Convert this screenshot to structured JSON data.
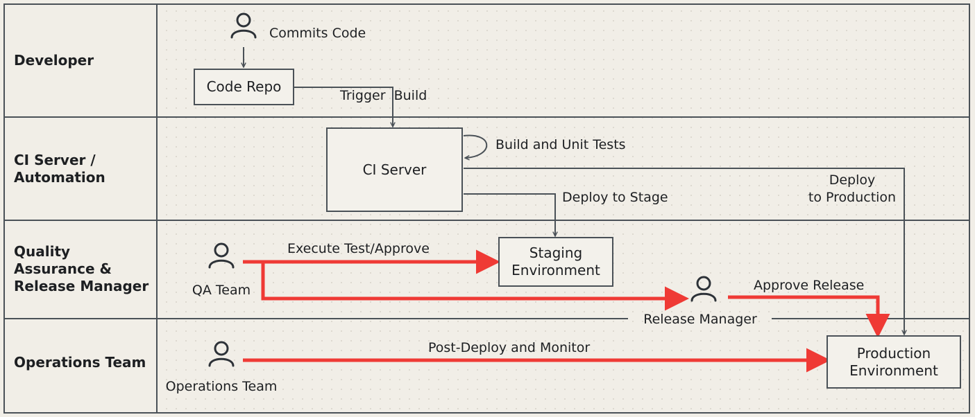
{
  "lanes": [
    {
      "label": "Developer"
    },
    {
      "label": "CI Server /\nAutomation"
    },
    {
      "label": "Quality\nAssurance &\nRelease Manager"
    },
    {
      "label": "Operations Team"
    }
  ],
  "nodes": {
    "code_repo": "Code Repo",
    "ci_server": "CI Server",
    "staging": "Staging\nEnvironment",
    "production": "Production\nEnvironment"
  },
  "actors": {
    "developer_action": "Commits Code",
    "qa_team": "QA Team",
    "release_manager": "Release Manager",
    "operations_team": "Operations Team"
  },
  "edges": {
    "trigger_build": "Trigger  Build",
    "build_tests": "Build and Unit Tests",
    "deploy_stage": "Deploy to Stage",
    "deploy_production": "Deploy\nto Production",
    "execute_test": "Execute Test/Approve",
    "approve_release": "Approve Release",
    "post_deploy": "Post-Deploy and Monitor"
  },
  "icons": {
    "actor": "person-icon"
  },
  "colors": {
    "background": "#f1eee7",
    "line": "#4a5157",
    "highlight": "#ef3a35"
  }
}
